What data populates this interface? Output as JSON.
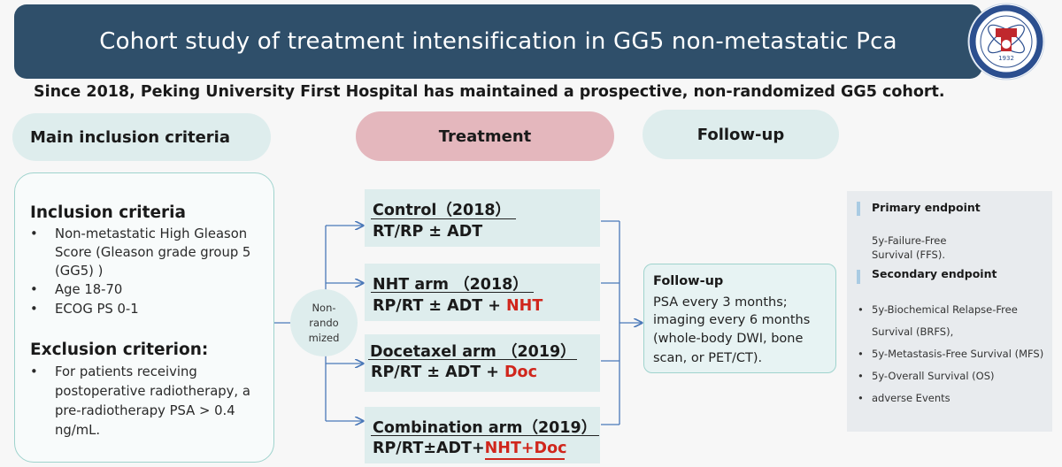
{
  "header": {
    "title": "Cohort study of treatment intensification in GG5 non-metastatic Pca",
    "subtitle": "Since 2018, Peking University First Hospital has maintained a prospective, non-randomized GG5 cohort.",
    "logo_year": "1932"
  },
  "columns": {
    "inclusion": "Main inclusion criteria",
    "treatment": "Treatment",
    "followup": "Follow-up"
  },
  "inclusion_box": {
    "inclusion_heading": "Inclusion criteria",
    "inclusion_items": [
      [
        "Non-metastatic High Gleason",
        "Score (Gleason grade group 5",
        "(GG5) )"
      ],
      [
        "Age 18-70"
      ],
      [
        "ECOG PS 0-1"
      ]
    ],
    "exclusion_heading": "Exclusion criterion:",
    "exclusion_items": [
      [
        "For patients receiving",
        "postoperative radiotherapy, a",
        "pre-radiotherapy PSA > 0.4",
        "ng/mL."
      ]
    ],
    "bullet": "•"
  },
  "non_randomized": [
    "Non-",
    "rando",
    "mized"
  ],
  "arms": [
    {
      "name": "Control（2018）",
      "treatment": "RT/RP ± ADT",
      "highlight": ""
    },
    {
      "name": "NHT arm （2018）",
      "treatment": "RP/RT ± ADT + ",
      "highlight": "NHT"
    },
    {
      "name": "Docetaxel arm （2019）",
      "treatment": "RP/RT ± ADT + ",
      "highlight": "Doc"
    },
    {
      "name": "Combination arm（2019）",
      "treatment": "RP/RT±ADT+",
      "highlight": "NHT+Doc"
    }
  ],
  "followup_box": {
    "heading": "Follow-up",
    "lines": [
      "PSA every 3 months;",
      "imaging every 6 months",
      "(whole-body DWI, bone",
      "scan, or PET/CT)."
    ]
  },
  "endpoints": {
    "primary_heading": "Primary endpoint",
    "primary_lines": [
      "5y-Failure-Free",
      "Survival (FFS)."
    ],
    "secondary_heading": "Secondary endpoint",
    "secondary_items": [
      "5y-Biochemical Relapse-Free",
      "Survival (BRFS),",
      "5y-Metastasis-Free Survival (MFS)",
      "5y-Overall Survival (OS)",
      "adverse Events"
    ],
    "bullet": "•"
  },
  "colors": {
    "title_bar": "#2f4f6a",
    "teal_pill": "#deeded",
    "pink_pill": "#e4b7bd",
    "border_teal": "#9fd3cd",
    "arrow_blue": "#4a78b8",
    "highlight_red": "#d0261c"
  }
}
